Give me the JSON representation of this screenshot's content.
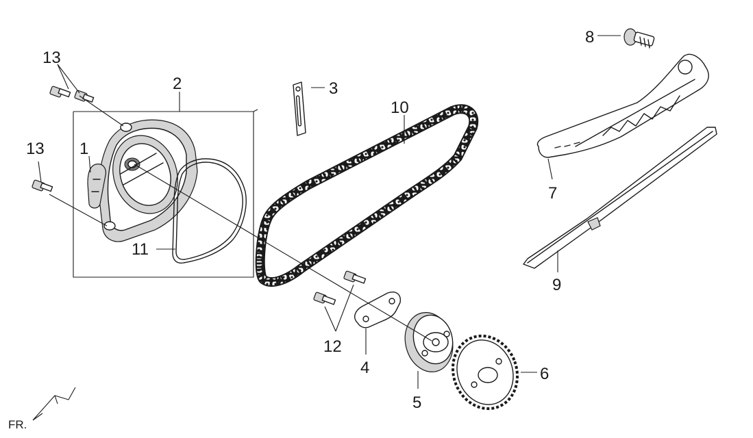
{
  "callouts": {
    "p1": "1",
    "p2": "2",
    "p3": "3",
    "p4": "4",
    "p5": "5",
    "p6": "6",
    "p7": "7",
    "p8": "8",
    "p9": "9",
    "p10": "10",
    "p11": "11",
    "p12": "12",
    "p13a": "13",
    "p13b": "13"
  },
  "orientation_label": "FR."
}
